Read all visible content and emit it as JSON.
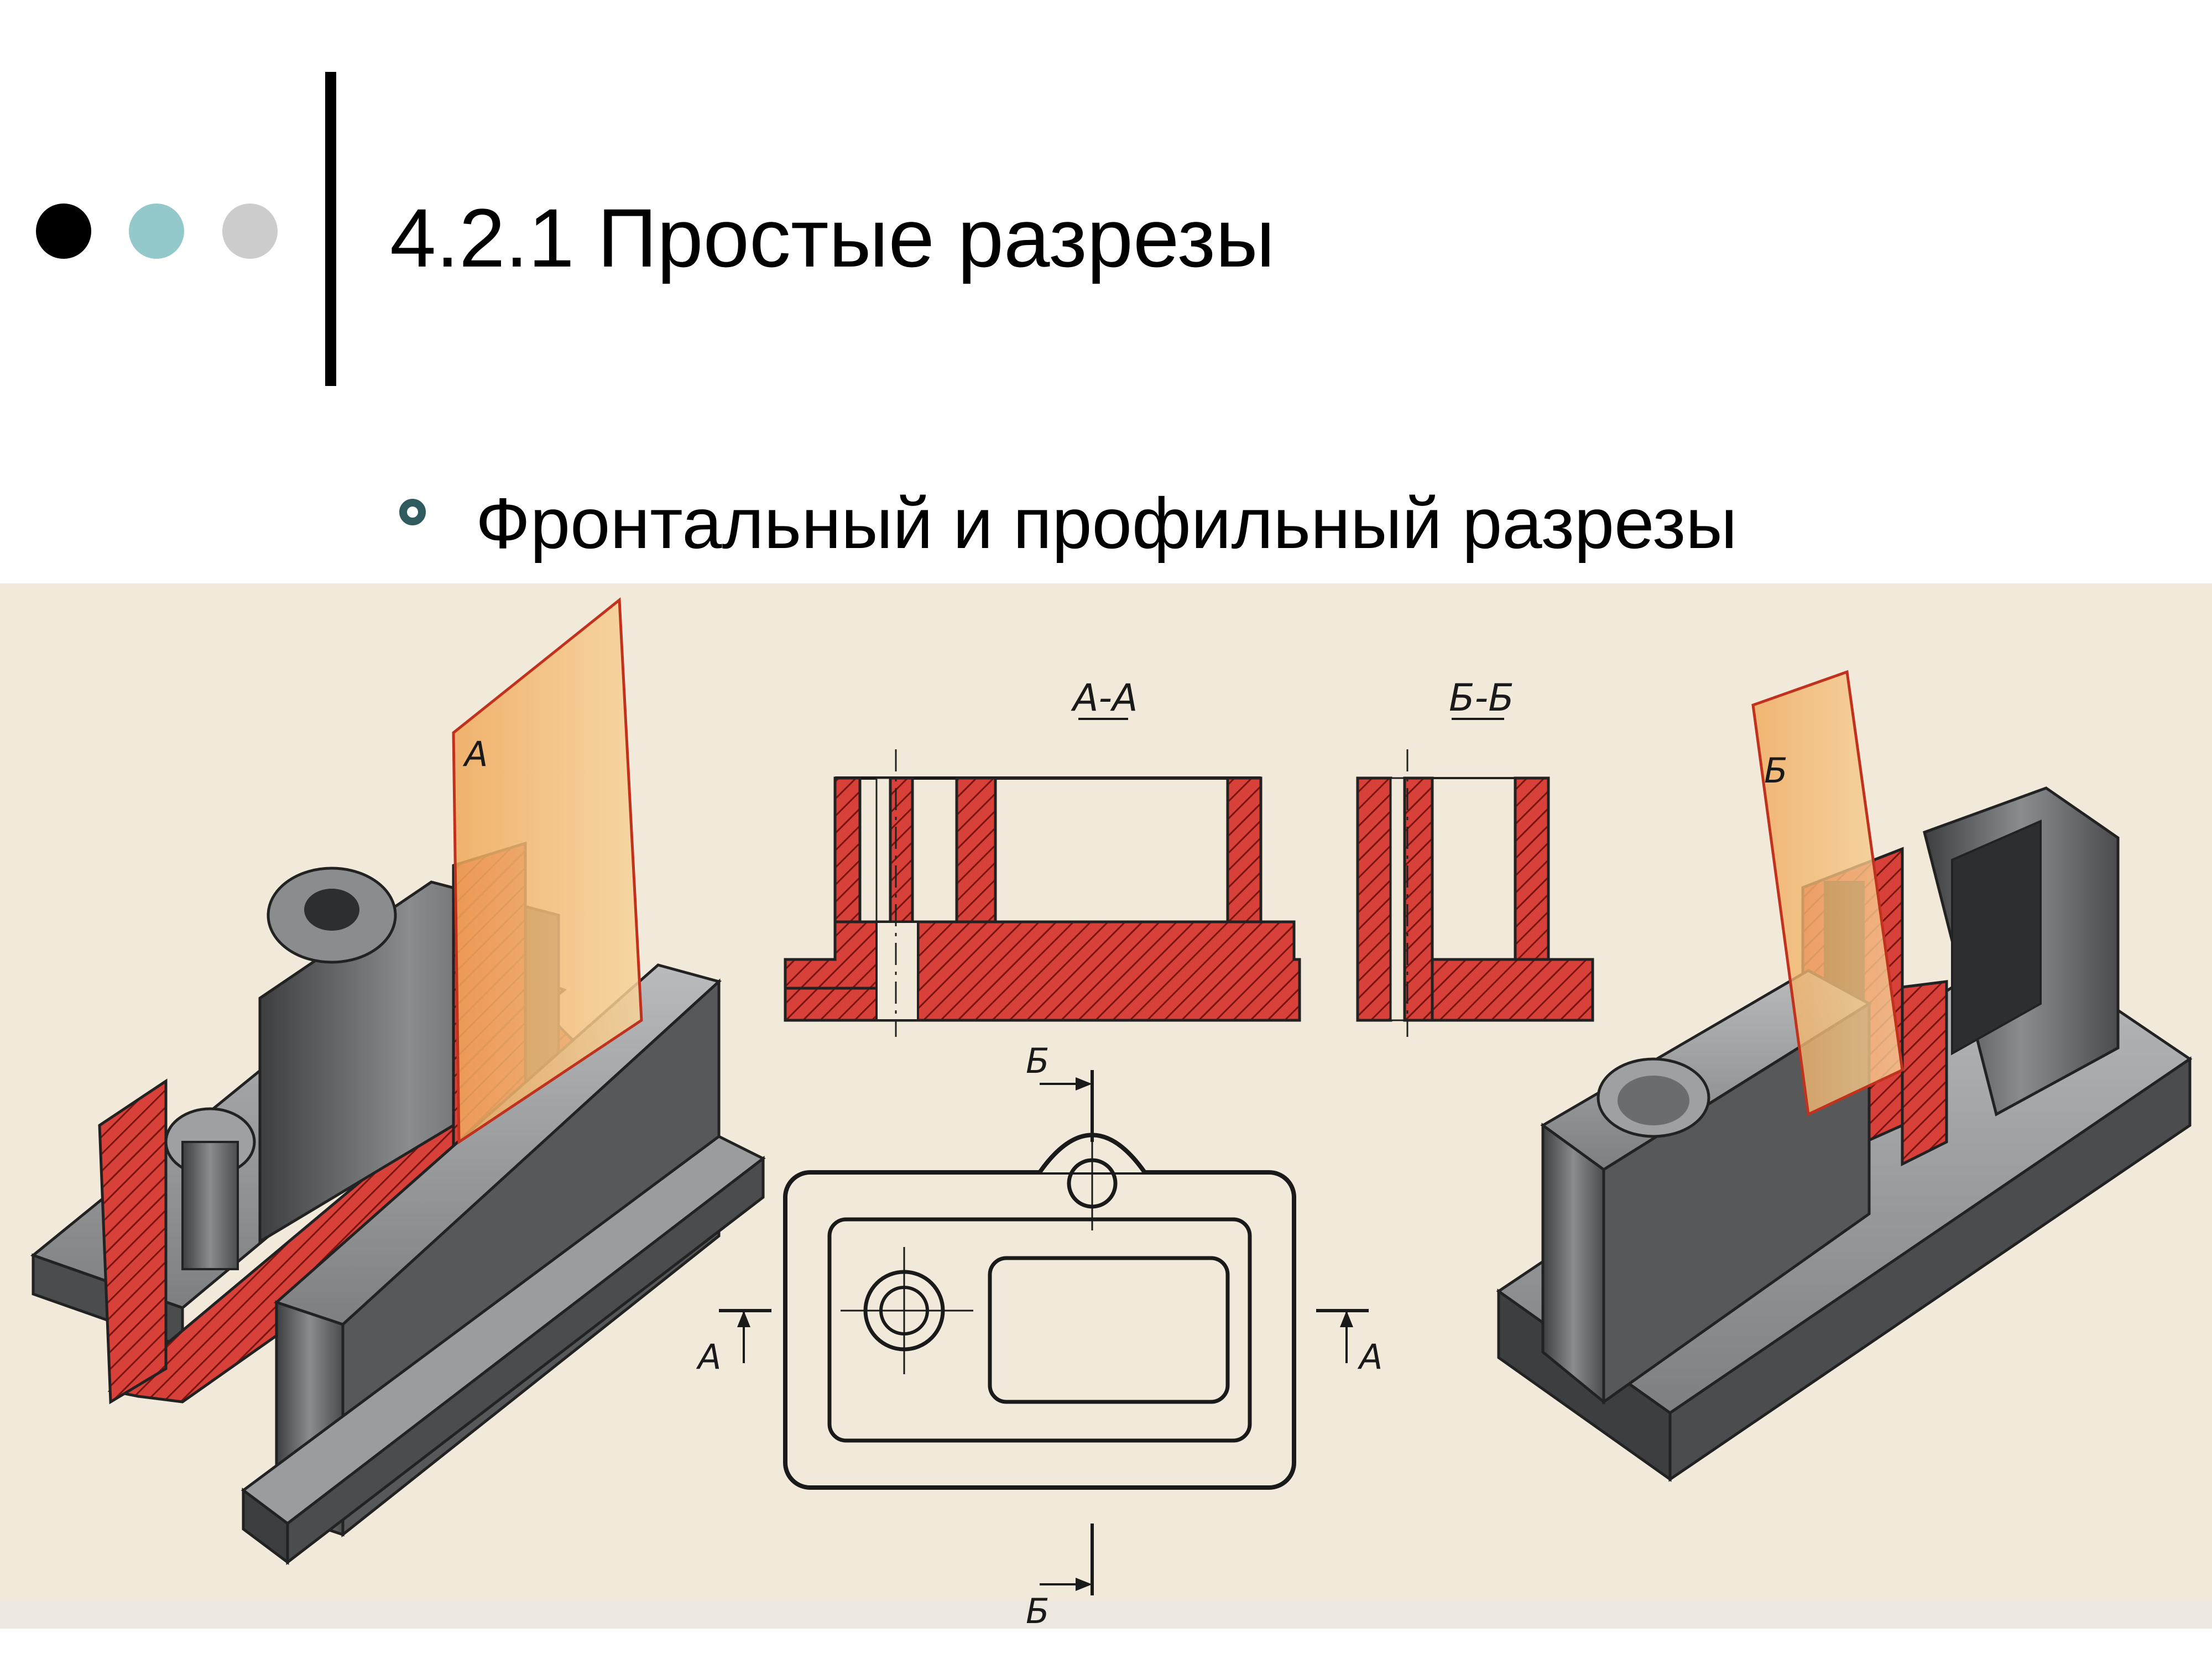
{
  "slide": {
    "title": "4.2.1 Простые разрезы",
    "bullet": "Фронтальный и профильный разрезы",
    "decor_colors": [
      "#000000",
      "#94c9cc",
      "#cccccc"
    ]
  },
  "figure": {
    "section_labels": {
      "section_a": "А-А",
      "section_b": "Б-Б"
    },
    "plane_labels": {
      "plane_a": "А",
      "plane_b": "Б"
    },
    "cut_markers": {
      "b_top": "Б",
      "b_bottom": "Б",
      "a_left": "А",
      "a_right": "А"
    },
    "colors": {
      "paper": "#f1eadb",
      "section_red": "#d8403a",
      "hatch": "#7a1410",
      "plane": "#f3b868",
      "metal": "#6f7275",
      "metal_dark": "#3c3e40",
      "metal_light": "#a9abad"
    }
  }
}
